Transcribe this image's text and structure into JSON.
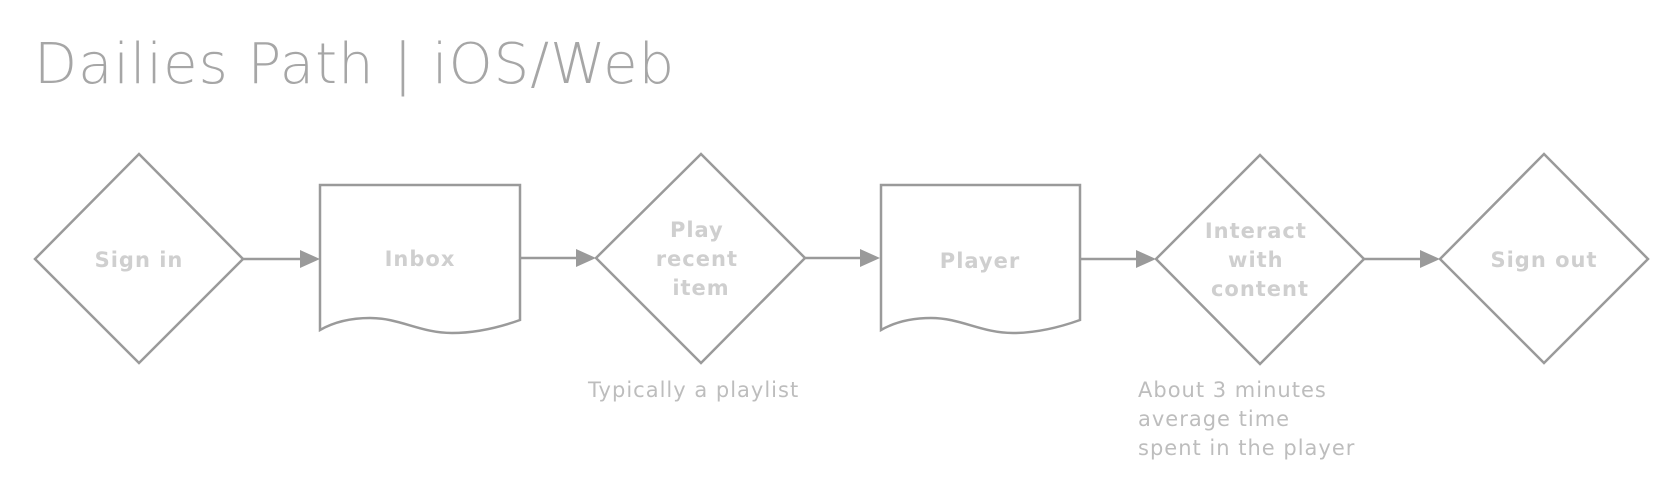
{
  "title": "Dailies Path | iOS/Web",
  "nodes": [
    {
      "id": "sign-in",
      "shape": "decision",
      "lines": [
        "Sign in"
      ]
    },
    {
      "id": "inbox",
      "shape": "document",
      "lines": [
        "Inbox"
      ]
    },
    {
      "id": "play-recent-item",
      "shape": "decision",
      "lines": [
        "Play",
        "recent",
        "item"
      ]
    },
    {
      "id": "player",
      "shape": "document",
      "lines": [
        "Player"
      ]
    },
    {
      "id": "interact-with-content",
      "shape": "decision",
      "lines": [
        "Interact",
        "with",
        "content"
      ]
    },
    {
      "id": "sign-out",
      "shape": "decision",
      "lines": [
        "Sign out"
      ]
    }
  ],
  "edges": [
    {
      "from": "sign-in",
      "to": "inbox"
    },
    {
      "from": "inbox",
      "to": "play-recent-item"
    },
    {
      "from": "play-recent-item",
      "to": "player"
    },
    {
      "from": "player",
      "to": "interact-with-content"
    },
    {
      "from": "interact-with-content",
      "to": "sign-out"
    }
  ],
  "notes": {
    "play_recent": "Typically a playlist",
    "time_spent": [
      "About 3 minutes",
      "average time",
      "spent in the player"
    ]
  },
  "colors": {
    "stroke": "#9a9a9a",
    "node_text": "#cfcfcf",
    "note_text": "#bdbdbd",
    "title_text": "#a6a6a6"
  }
}
